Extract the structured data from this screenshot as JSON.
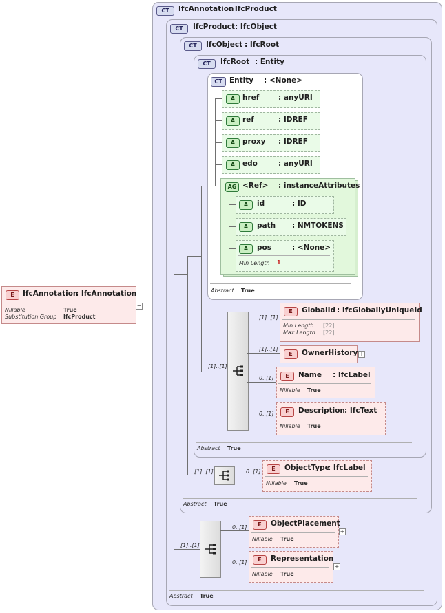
{
  "badges": {
    "ct": "CT",
    "attribute": "A",
    "attribute_group": "AG",
    "element": "E"
  },
  "labels": {
    "abstract": "Abstract",
    "nillable": "Nillable",
    "substitution_group": "Substitution Group",
    "min_length": "Min Length",
    "max_length": "Max Length",
    "true": "True"
  },
  "root_element": {
    "name": "IfcAnnotation",
    "type": ": IfcAnnotation",
    "nillable": "True",
    "substitution_group": "IfcProduct"
  },
  "types": {
    "ifc_annotation": {
      "name": "IfcAnnotation",
      "base": ": IfcProduct",
      "abstract": "True"
    },
    "ifc_product": {
      "name": "IfcProduct",
      "base": ": IfcObject",
      "abstract": "True"
    },
    "ifc_object": {
      "name": "IfcObject",
      "base": ": IfcRoot",
      "abstract": "True"
    },
    "ifc_root": {
      "name": "IfcRoot",
      "base": ": Entity",
      "abstract": "True"
    },
    "entity": {
      "name": "Entity",
      "base": ": <None>",
      "abstract": "True"
    }
  },
  "entity_attributes": [
    {
      "name": "href",
      "type": ": anyURI"
    },
    {
      "name": "ref",
      "type": ": IDREF"
    },
    {
      "name": "proxy",
      "type": ": IDREF"
    },
    {
      "name": "edo",
      "type": ": anyURI"
    }
  ],
  "attribute_group": {
    "name": "<Ref>",
    "type": ": instanceAttributes"
  },
  "group_attributes": [
    {
      "name": "id",
      "type": ": ID"
    },
    {
      "name": "path",
      "type": ": NMTOKENS"
    },
    {
      "name": "pos",
      "type": ": <None>",
      "facet_label": "Min Length",
      "facet_value": "1"
    }
  ],
  "root_sequence": {
    "cardinality": "[1]..[1]"
  },
  "root_elements": [
    {
      "name": "GlobalId",
      "type": ": IfcGloballyUniqueId",
      "cardinality": "[1]..[1]",
      "min_length": "[22]",
      "max_length": "[22]"
    },
    {
      "name": "OwnerHistory",
      "cardinality": "[1]..[1]"
    },
    {
      "name": "Name",
      "type": ": IfcLabel",
      "cardinality": "0..[1]",
      "nillable": "True"
    },
    {
      "name": "Description",
      "type": ": IfcText",
      "cardinality": "0..[1]",
      "nillable": "True"
    }
  ],
  "object_sequence": {
    "cardinality": "[1]..[1]"
  },
  "object_elements": [
    {
      "name": "ObjectType",
      "type": ": IfcLabel",
      "cardinality": "0..[1]",
      "nillable": "True"
    }
  ],
  "product_sequence": {
    "cardinality": "[1]..[1]"
  },
  "product_elements": [
    {
      "name": "ObjectPlacement",
      "cardinality": "0..[1]",
      "nillable": "True"
    },
    {
      "name": "Representation",
      "cardinality": "0..[1]",
      "nillable": "True"
    }
  ]
}
